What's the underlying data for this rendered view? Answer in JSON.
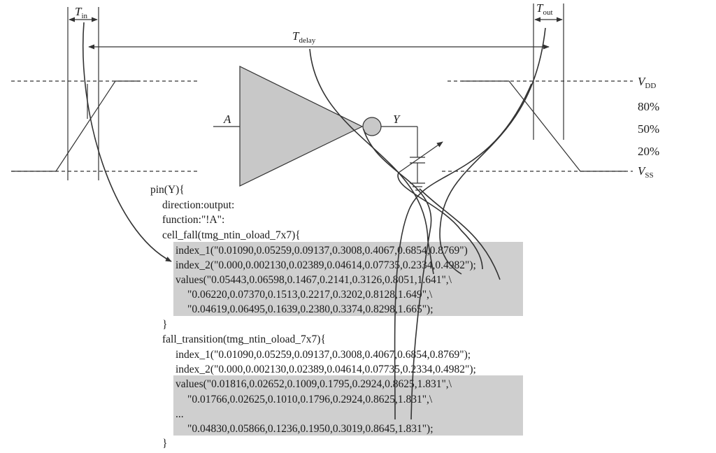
{
  "labels": {
    "t_in": "T",
    "t_in_sub": "in",
    "t_out": "T",
    "t_out_sub": "out",
    "t_delay": "T",
    "t_delay_sub": "delay",
    "vdd": "V",
    "vdd_sub": "DD",
    "vss": "V",
    "vss_sub": "SS",
    "pct_80": "80%",
    "pct_50": "50%",
    "pct_20": "20%",
    "pin_a": "A",
    "pin_y": "Y"
  },
  "code": {
    "line_01": "pin(Y){",
    "line_02": "direction:output:",
    "line_03": "function:\"!A\":",
    "line_04": "cell_fall(tmg_ntin_oload_7x7){",
    "line_05": "index_1(\"0.01090,0.05259,0.09137,0.3008,0.4067,0.6854,0.8769\")",
    "line_06": "index_2(\"0.000,0.002130,0.02389,0.04614,0.07735,0.2334,0.4982\");",
    "line_07": "values(\"0.05443,0.06598,0.1467,0.2141,0.3126,0.8051,1.641\",\\",
    "line_08": "\"0.06220,0.07370,0.1513,0.2217,0.3202,0.8128,1.649\",\\",
    "line_09": "\"0.04619,0.06495,0.1639,0.2380,0.3374,0.8298,1.665\");",
    "line_10": "}",
    "line_11": "fall_transition(tmg_ntin_oload_7x7){",
    "line_12": "index_1(\"0.01090,0.05259,0.09137,0.3008,0.4067,0.6854,0.8769\");",
    "line_13": "index_2(\"0.000,0.002130,0.02389,0.04614,0.07735,0.2334,0.4982\");",
    "line_14": "values(\"0.01816,0.02652,0.1009,0.1795,0.2924,0.8625,1.831\",\\",
    "line_15": "\"0.01766,0.02625,0.1010,0.1796,0.2924,0.8625,1.831\",\\",
    "line_16": "...",
    "line_17": "\"0.04830,0.05866,0.1236,0.1950,0.3019,0.8645,1.831\");",
    "line_18": "}"
  }
}
